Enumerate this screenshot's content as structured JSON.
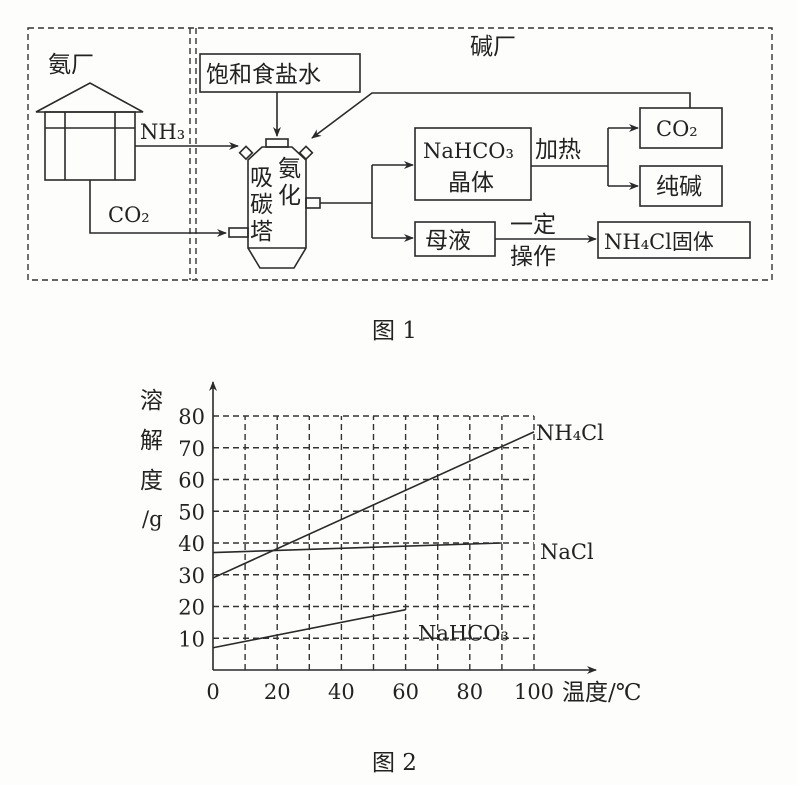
{
  "figure1": {
    "caption": "图 1",
    "ammonia_plant": "氨厂",
    "soda_plant": "碱厂",
    "brine": "饱和食盐水",
    "nh3": "NH₃",
    "co2_feed": "CO₂",
    "tower": [
      "吸",
      "氨",
      "碳",
      "化",
      "塔"
    ],
    "nahco3_line1": "NaHCO₃",
    "nahco3_line2": "晶体",
    "heat": "加热",
    "co2_out": "CO₂",
    "soda_ash": "纯碱",
    "mother_liquor": "母液",
    "operation_line1": "一定",
    "operation_line2": "操作",
    "nh4cl_solid": "NH₄Cl固体"
  },
  "figure2": {
    "caption": "图 2"
  },
  "chart_data": {
    "type": "line",
    "ylabel": [
      "溶",
      "解",
      "度",
      "/g"
    ],
    "xlabel": "温度/℃",
    "xlim": [
      0,
      100
    ],
    "ylim": [
      0,
      80
    ],
    "x_ticks": [
      "0",
      "20",
      "40",
      "60",
      "80",
      "100"
    ],
    "y_ticks": [
      "10",
      "20",
      "30",
      "40",
      "50",
      "60",
      "70",
      "80"
    ],
    "grid": true,
    "series": [
      {
        "name": "NH₄Cl",
        "x": [
          0,
          100
        ],
        "y": [
          29,
          75
        ]
      },
      {
        "name": "NaCl",
        "x": [
          0,
          90
        ],
        "y": [
          37,
          40
        ]
      },
      {
        "name": "NaHCO₃",
        "x": [
          0,
          60
        ],
        "y": [
          7,
          19
        ]
      }
    ]
  }
}
